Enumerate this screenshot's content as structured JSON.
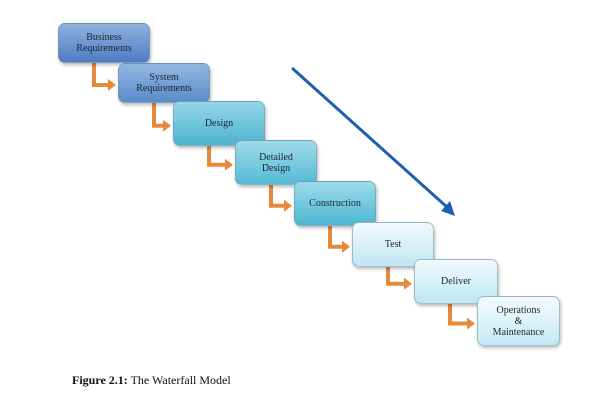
{
  "stages": [
    {
      "label": "Business\nRequirements",
      "color_top": "#8fb1df",
      "color_bottom": "#4f7cc4"
    },
    {
      "label": "System\nRequirements",
      "color_top": "#93b7e2",
      "color_bottom": "#5a8bca"
    },
    {
      "label": "Design",
      "color_top": "#96d6e8",
      "color_bottom": "#4cb3d0"
    },
    {
      "label": "Detailed\nDesign",
      "color_top": "#9fdbea",
      "color_bottom": "#56bbd5"
    },
    {
      "label": "Construction",
      "color_top": "#9edbea",
      "color_bottom": "#4bb6d1"
    },
    {
      "label": "Test",
      "color_top": "#f1fafd",
      "color_bottom": "#bfe7f3"
    },
    {
      "label": "Deliver",
      "color_top": "#f1fafd",
      "color_bottom": "#bfe7f3"
    },
    {
      "label": "Operations\n&\nMaintenance",
      "color_top": "#f4fbfd",
      "color_bottom": "#c4e9f4"
    }
  ],
  "connector_color": "#e58a3c",
  "trend_arrow_color": "#1f5fb0",
  "caption": {
    "label": "Figure 2.1:",
    "text": "The Waterfall Model"
  }
}
